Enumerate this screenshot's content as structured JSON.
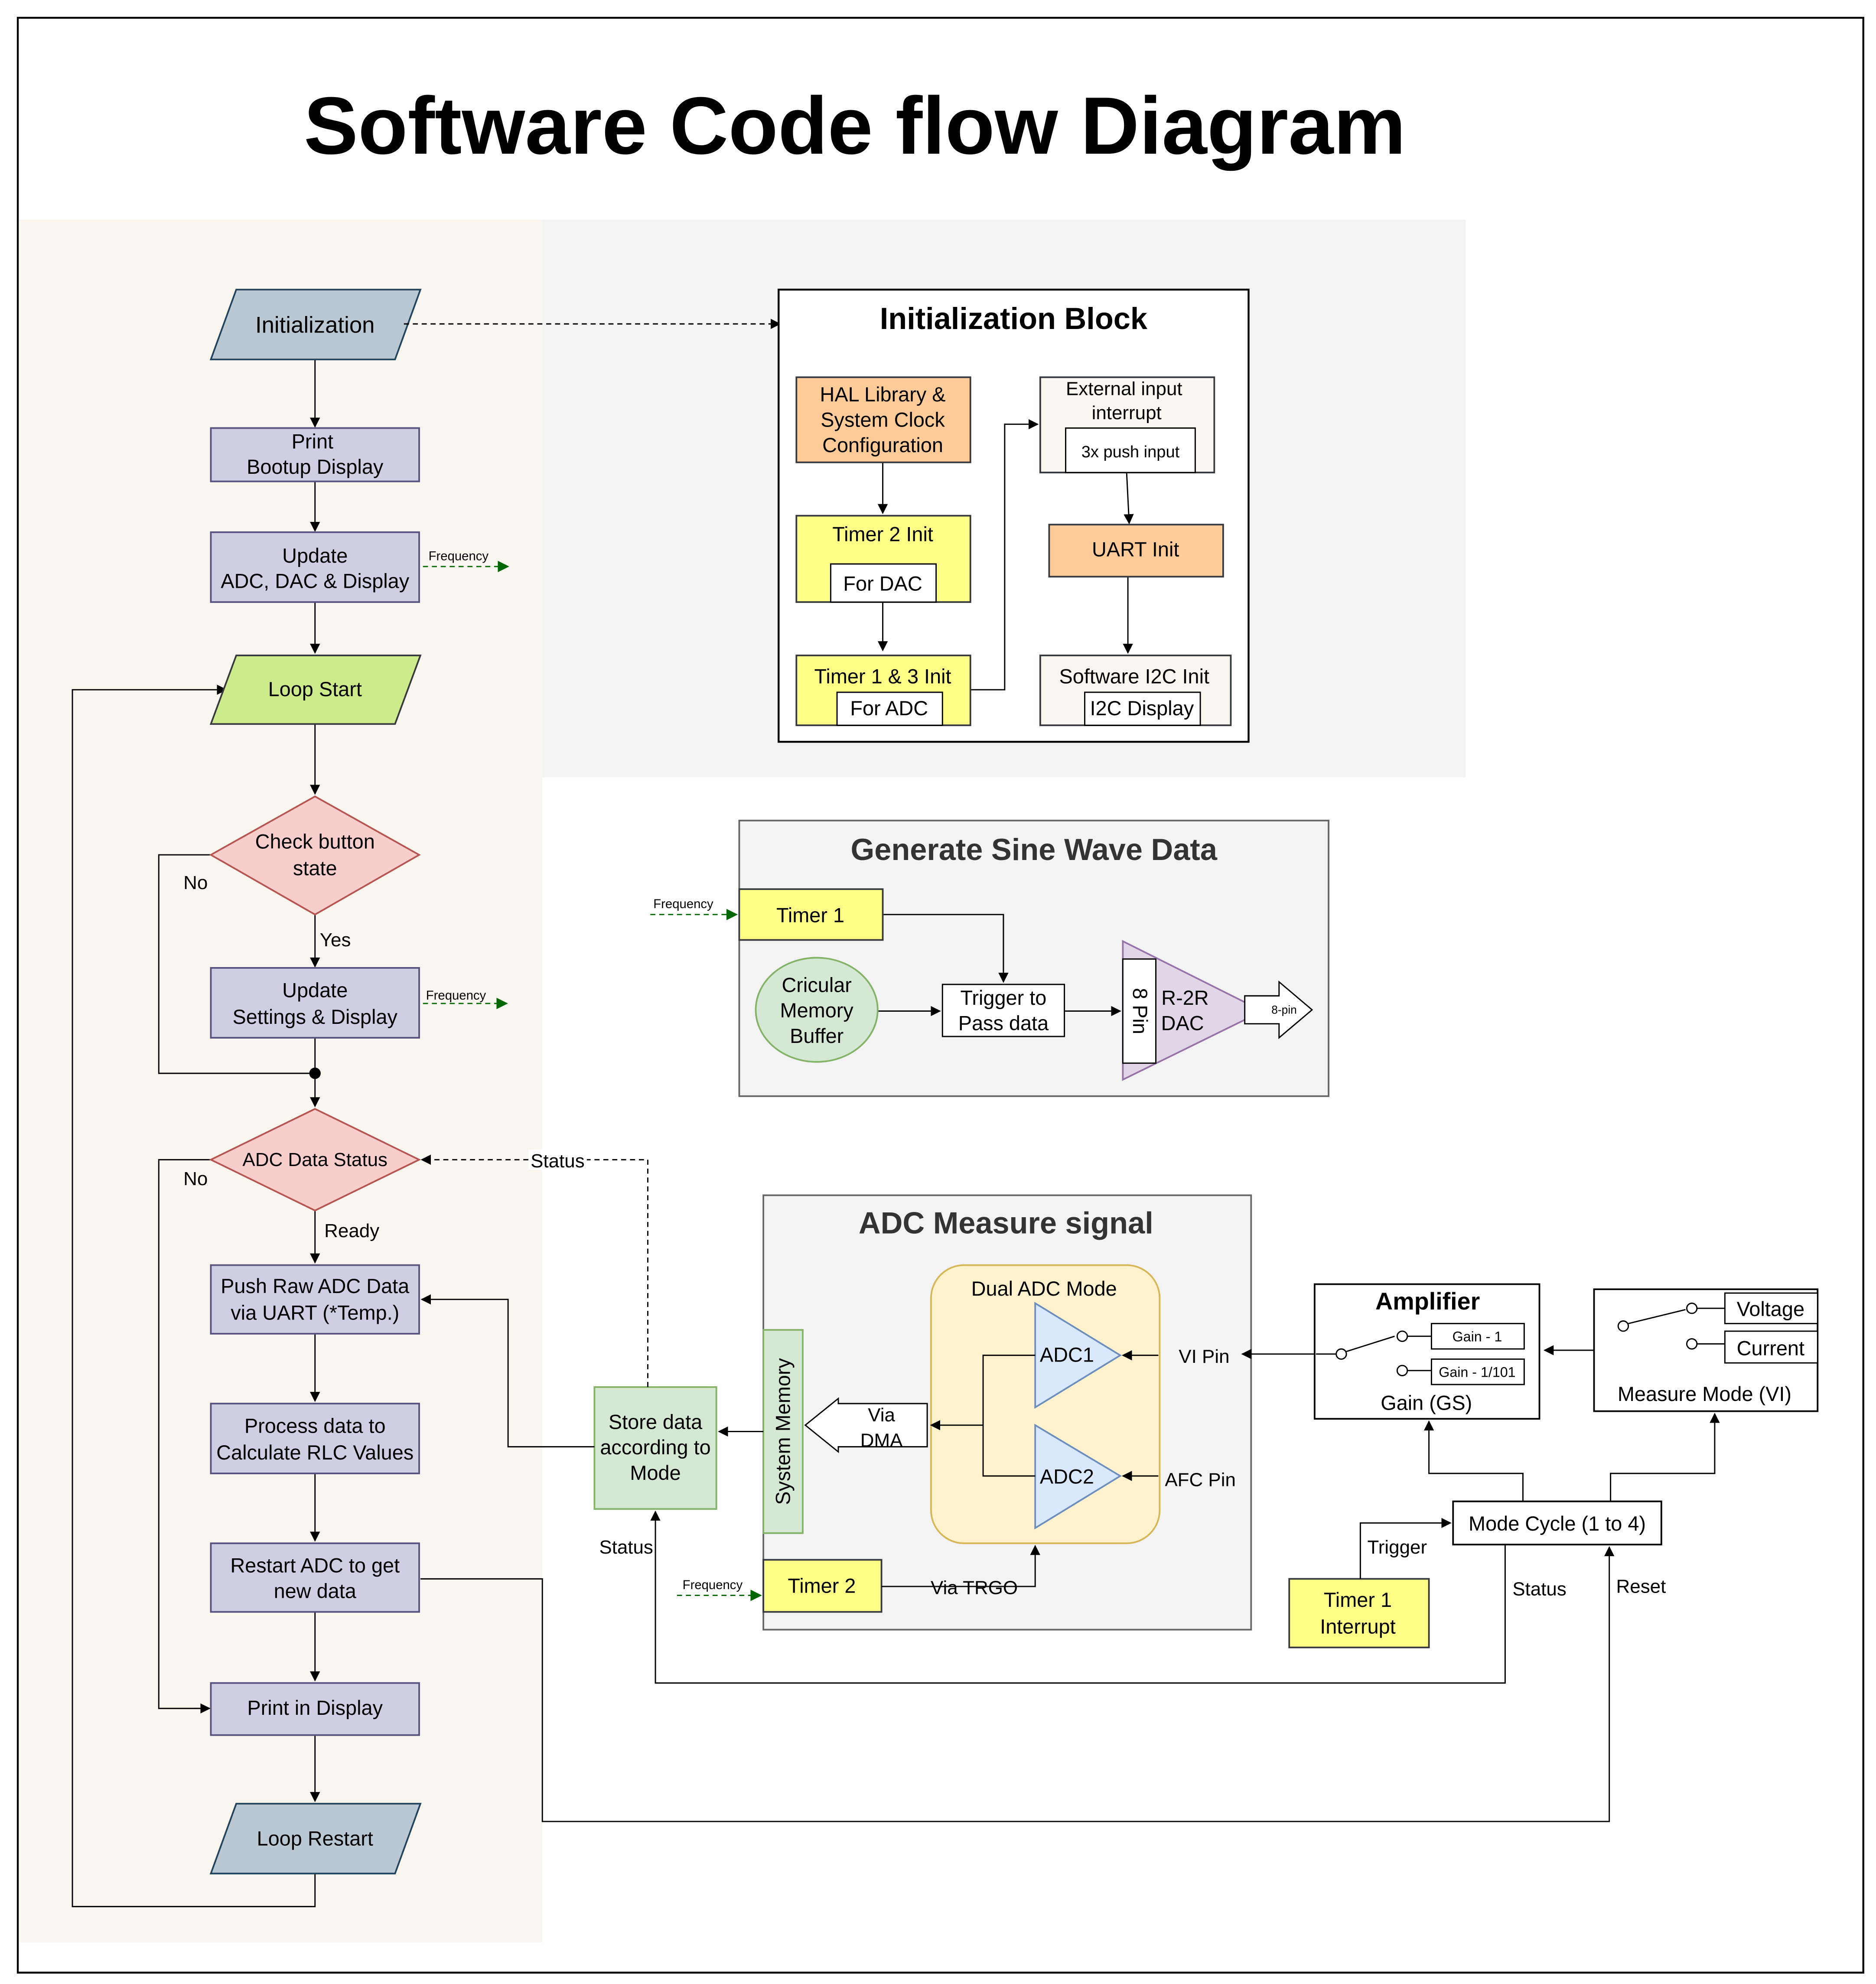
{
  "title": "Software Code flow Diagram",
  "flow": {
    "initialization": "Initialization",
    "print_bootup": [
      "Print",
      "Bootup Display"
    ],
    "update_adc": [
      "Update",
      "ADC, DAC & Display"
    ],
    "loop_start": "Loop Start",
    "check_button": [
      "Check button",
      "state"
    ],
    "update_settings": [
      "Update",
      "Settings & Display"
    ],
    "adc_status": "ADC Data Status",
    "push_raw": [
      "Push Raw ADC Data",
      "via UART (*Temp.)"
    ],
    "process_data": [
      "Process data to",
      "Calculate RLC Values"
    ],
    "restart_adc": [
      "Restart ADC to get",
      "new data"
    ],
    "print_display": "Print in Display",
    "loop_restart": "Loop Restart",
    "no_label": "No",
    "yes_label": "Yes",
    "ready_label": "Ready",
    "frequency_label": "Frequency",
    "status_label": "Status"
  },
  "init_block": {
    "title": "Initialization Block",
    "hal": [
      "HAL Library &",
      "System Clock",
      "Configuration"
    ],
    "timer2": "Timer 2 Init",
    "for_dac": "For DAC",
    "timer13": "Timer 1 & 3 Init",
    "for_adc": "For ADC",
    "ext_interrupt": [
      "External input",
      "interrupt"
    ],
    "push_input": "3x push input",
    "uart": "UART Init",
    "i2c": "Software I2C Init",
    "i2c_display": "I2C Display"
  },
  "sine_block": {
    "title": "Generate Sine Wave Data",
    "timer1": "Timer 1",
    "buffer": [
      "Cricular",
      "Memory",
      "Buffer"
    ],
    "trigger": [
      "Trigger to",
      "Pass data"
    ],
    "pin8": "8 Pin",
    "r2r": [
      "R-2R",
      "DAC"
    ],
    "pin_out": "8-pin"
  },
  "adc_block": {
    "title": "ADC Measure signal",
    "dual": "Dual ADC Mode",
    "adc1": "ADC1",
    "adc2": "ADC2",
    "vi_pin": "VI Pin",
    "afc_pin": "AFC Pin",
    "via_dma": [
      "Via",
      "DMA"
    ],
    "system_memory": "System Memory",
    "timer2": "Timer 2",
    "via_trgo": "Via TRGO",
    "store": [
      "Store data",
      "according to",
      "Mode"
    ]
  },
  "amplifier": {
    "title": "Amplifier",
    "gain1": "Gain - 1",
    "gain101": "Gain - 1/101",
    "gain_gs": "Gain (GS)"
  },
  "measure": {
    "voltage": "Voltage",
    "current": "Current",
    "label": "Measure Mode (VI)"
  },
  "mode_cycle": {
    "label": "Mode Cycle (1 to 4)",
    "timer1_interrupt": [
      "Timer 1",
      "Interrupt"
    ],
    "trigger": "Trigger",
    "status": "Status",
    "reset": "Reset"
  },
  "colors": {
    "flow_bg": "#f8f6ee",
    "init_bg": "#f3f3f3",
    "process_fill": "#d0cee2",
    "decision_fill": "#f8cecc",
    "loop_fill": "#cdeb8b",
    "io_fill": "#bac8d3",
    "yellow": "#ffff88",
    "orange": "#ffcc99",
    "green_fill": "#d5e8d4",
    "blue_fill": "#dae8fc",
    "purple_fill": "#e1d5e7",
    "gold_fill": "#fff2cc",
    "freq_arrow": "#006600"
  }
}
